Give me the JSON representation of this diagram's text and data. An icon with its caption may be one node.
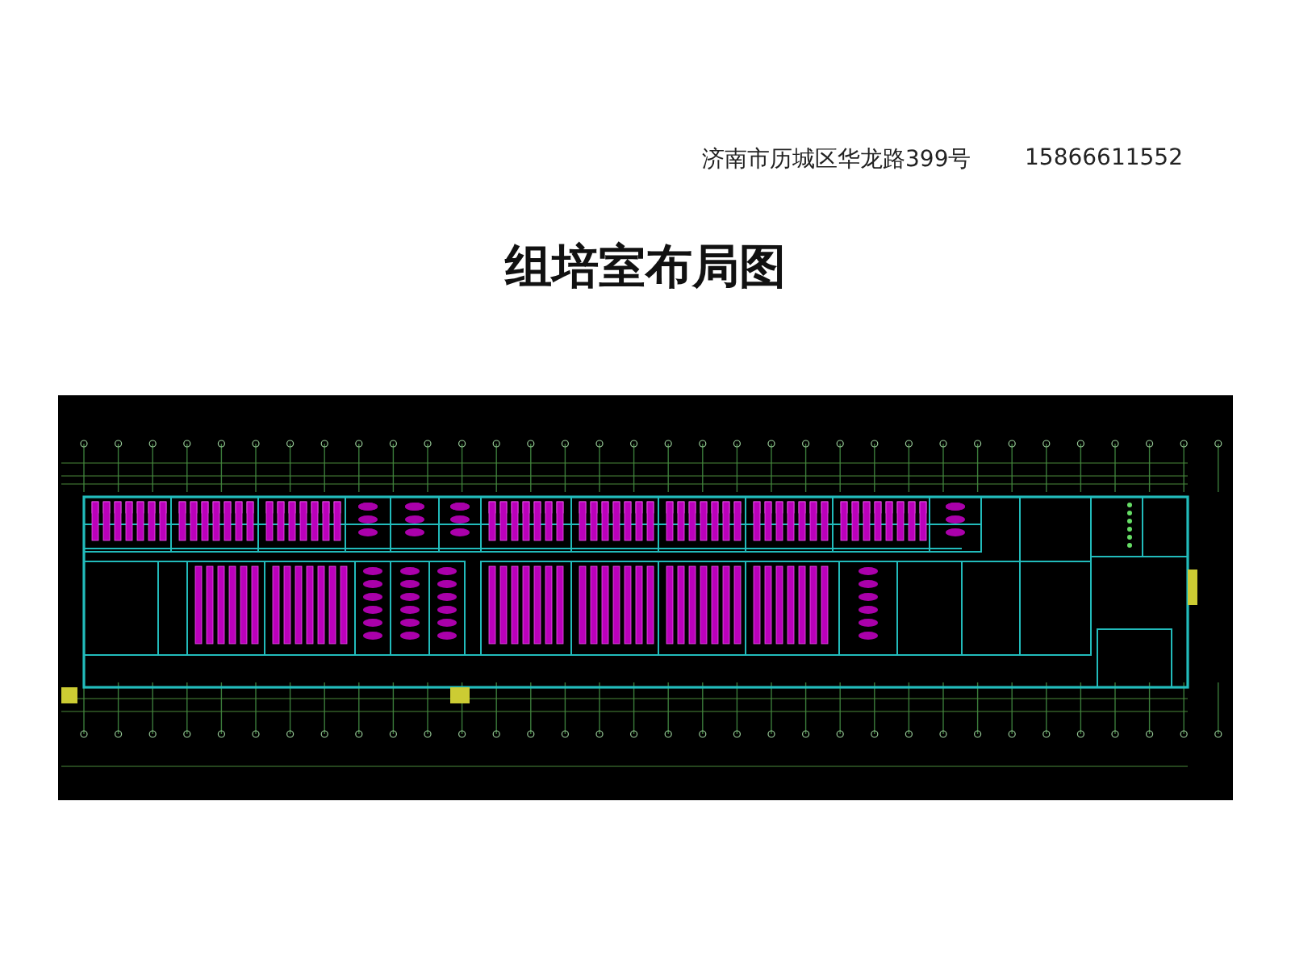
{
  "diagram": {
    "title": "组培室布局图",
    "labels": [
      "济南市历城区华龙路399号",
      "15866611552"
    ]
  }
}
